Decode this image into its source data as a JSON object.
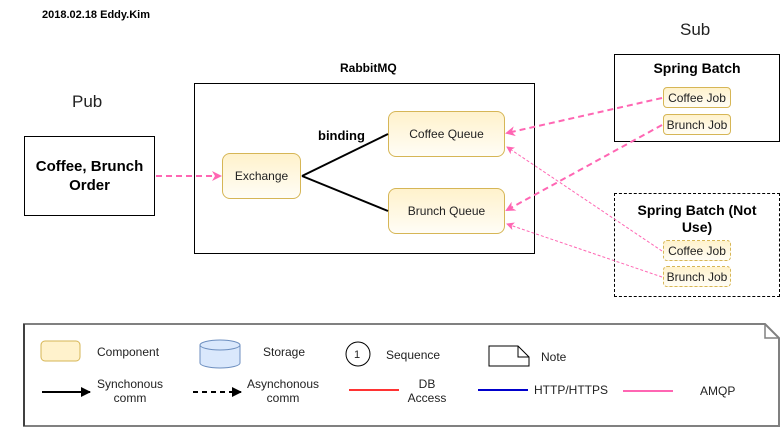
{
  "header": {
    "author_stamp": "2018.02.18 Eddy.Kim"
  },
  "zones": {
    "pub": "Pub",
    "sub": "Sub",
    "broker": "RabbitMQ"
  },
  "publisher": {
    "label": "Coffee, Brunch Order"
  },
  "broker": {
    "exchange": "Exchange",
    "binding_label": "binding",
    "queues": [
      {
        "label": "Coffee Queue"
      },
      {
        "label": "Brunch Queue"
      }
    ]
  },
  "subscribers": [
    {
      "title": "Spring Batch",
      "status": "active",
      "jobs": [
        {
          "label": "Coffee Job"
        },
        {
          "label": "Brunch Job"
        }
      ]
    },
    {
      "title": "Spring Batch (Not Use)",
      "status": "unused",
      "jobs": [
        {
          "label": "Coffee Job"
        },
        {
          "label": "Brunch Job"
        }
      ]
    }
  ],
  "colors": {
    "amqp": "#ff66b3",
    "db_access": "#ff3333",
    "http": "#0000cc",
    "component_fill": "#fff2cc",
    "component_border": "#d6b656",
    "storage_fill": "#dae8fc",
    "storage_border": "#6c8ebf"
  },
  "legend": {
    "component": "Component",
    "storage": "Storage",
    "sequence_number": "1",
    "sequence": "Sequence",
    "note": "Note",
    "sync": "Synchonous comm",
    "async": "Asynchonous comm",
    "db_access": "DB Access",
    "http": "HTTP/HTTPS",
    "amqp": "AMQP"
  }
}
